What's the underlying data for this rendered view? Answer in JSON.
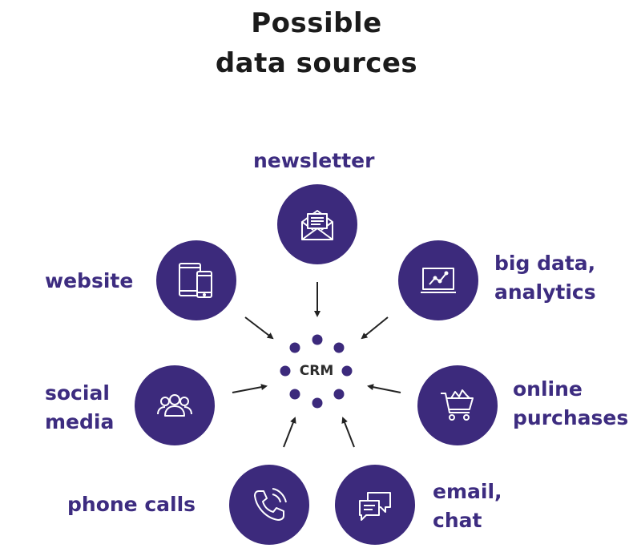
{
  "title": {
    "line1": "Possible",
    "line2": "data sources"
  },
  "center": {
    "label": "CRM"
  },
  "colors": {
    "node": "#3c2a7c",
    "label": "#3d2c80",
    "arrow": "#222222",
    "title": "#1b1b1b"
  },
  "sources": [
    {
      "id": "newsletter",
      "lines": [
        "newsletter"
      ],
      "icon": "envelope-icon"
    },
    {
      "id": "big-data",
      "lines": [
        "big data,",
        "analytics"
      ],
      "icon": "monitor-chart-icon"
    },
    {
      "id": "online-purchases",
      "lines": [
        "online",
        "purchases"
      ],
      "icon": "shopping-cart-icon"
    },
    {
      "id": "email-chat",
      "lines": [
        "email,",
        "chat"
      ],
      "icon": "chat-bubbles-icon"
    },
    {
      "id": "phone-calls",
      "lines": [
        "phone calls"
      ],
      "icon": "phone-icon"
    },
    {
      "id": "social-media",
      "lines": [
        "social",
        "media"
      ],
      "icon": "people-group-icon"
    },
    {
      "id": "website",
      "lines": [
        "website"
      ],
      "icon": "devices-icon"
    }
  ]
}
